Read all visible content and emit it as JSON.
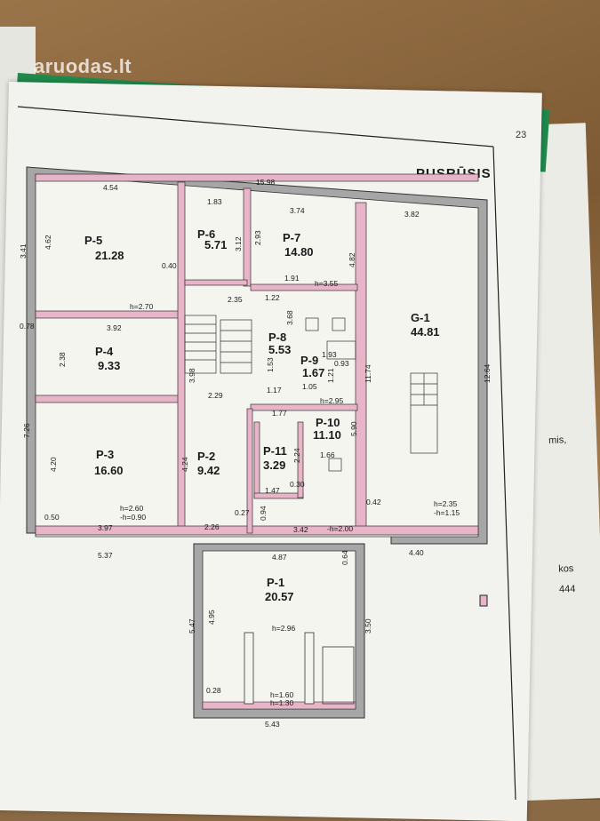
{
  "watermark": "aruodas.lt",
  "page_number": "23",
  "title": "PUSRŪSIS",
  "side_texts": [
    "mis,",
    "kos",
    "444"
  ],
  "rooms": [
    {
      "id": "P-5",
      "area": "21.28"
    },
    {
      "id": "P-6",
      "area": "5.71"
    },
    {
      "id": "P-7",
      "area": "14.80"
    },
    {
      "id": "G-1",
      "area": "44.81"
    },
    {
      "id": "P-4",
      "area": "9.33"
    },
    {
      "id": "P-8",
      "area": "5.53"
    },
    {
      "id": "P-9",
      "area": "1.67"
    },
    {
      "id": "P-10",
      "area": "11.10"
    },
    {
      "id": "P-11",
      "area": "3.29"
    },
    {
      "id": "P-3",
      "area": "16.60"
    },
    {
      "id": "P-2",
      "area": "9.42"
    },
    {
      "id": "P-1",
      "area": "20.57"
    }
  ],
  "dimensions": {
    "d1598": "15.98",
    "d454": "4.54",
    "d183": "1.83",
    "d374": "3.74",
    "d382": "3.82",
    "d341": "3.41",
    "d462": "4.62",
    "d293": "2.93",
    "d312": "3.12",
    "d482": "4.82",
    "d040": "0.40",
    "d270": "h=2.70",
    "d235": "2.35",
    "d122": "1.22",
    "d191": "1.91",
    "d355": "h=3.55",
    "d078": "0.78",
    "d392": "3.92",
    "d368": "3.68",
    "d193": "1.93",
    "d238": "2.38",
    "d398": "3.98",
    "d093": "0.93",
    "d121": "1.21",
    "d105": "1.05",
    "d117": "1.17",
    "d229": "2.29",
    "d1174": "11.74",
    "d1264": "12.64",
    "d295": "h=2.95",
    "d177": "1.77",
    "d726": "7.26",
    "d420": "4.20",
    "d424": "4.24",
    "d590": "5.90",
    "d166": "1.66",
    "d224": "2.24",
    "d260": "h=2.60",
    "d090": "-h=0.90",
    "d050": "0.50",
    "d030": "0.30",
    "d147": "1.47",
    "d042": "0.42",
    "d235b": "h=2.35",
    "d115": "-h=1.15",
    "d397": "3.97",
    "d226": "2.26",
    "d027": "0.27",
    "d094": "0.94",
    "d342": "3.42",
    "d200": "-h=2.00",
    "d537": "5.37",
    "d487": "4.87",
    "d064": "0.64",
    "d440": "4.40",
    "d547": "5.47",
    "d495": "4.95",
    "d296": "h=2.96",
    "d350": "3.50",
    "d028": "0.28",
    "d160": "h=1.60",
    "d130": "h=1.30",
    "d543": "5.43",
    "d153": "1.53"
  },
  "colors": {
    "wall": "#a6a6a6",
    "wall_inner": "#e8b4c8",
    "line": "#222222",
    "paper": "#f2f2ee"
  }
}
